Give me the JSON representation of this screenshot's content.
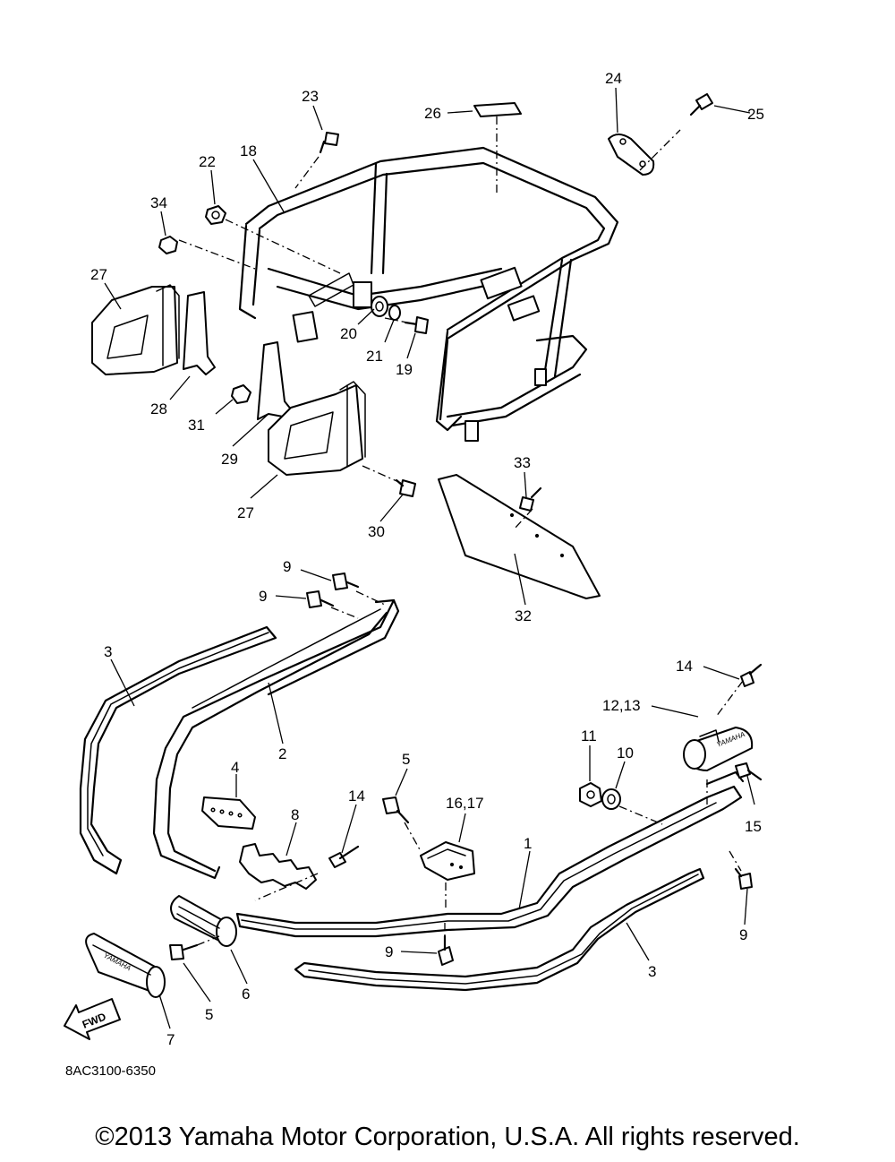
{
  "diagram": {
    "drawing_number": "8AC3100-6350",
    "direction_marker": "FWD",
    "brand_marks": {
      "grip": "YAMAHA",
      "cap": "YAMAHA"
    },
    "callouts": {
      "c1": "1",
      "c2": "2",
      "c3_left": "3",
      "c3_right": "3",
      "c4": "4",
      "c5_top": "5",
      "c5_bottom": "5",
      "c6": "6",
      "c7": "7",
      "c8": "8",
      "c9_a": "9",
      "c9_b": "9",
      "c9_right": "9",
      "c9_center": "9",
      "c10": "10",
      "c11": "11",
      "c12_13": "12,13",
      "c14_right": "14",
      "c14_center": "14",
      "c15": "15",
      "c16_17": "16,17",
      "c18": "18",
      "c19": "19",
      "c20": "20",
      "c21": "21",
      "c22": "22",
      "c23": "23",
      "c24": "24",
      "c25": "25",
      "c26": "26",
      "c27_top": "27",
      "c27_bottom": "27",
      "c28": "28",
      "c29": "29",
      "c30": "30",
      "c31": "31",
      "c32": "32",
      "c33": "33",
      "c34": "34"
    }
  },
  "footer": {
    "copyright": "©2013 Yamaha Motor Corporation, U.S.A. All rights reserved."
  }
}
